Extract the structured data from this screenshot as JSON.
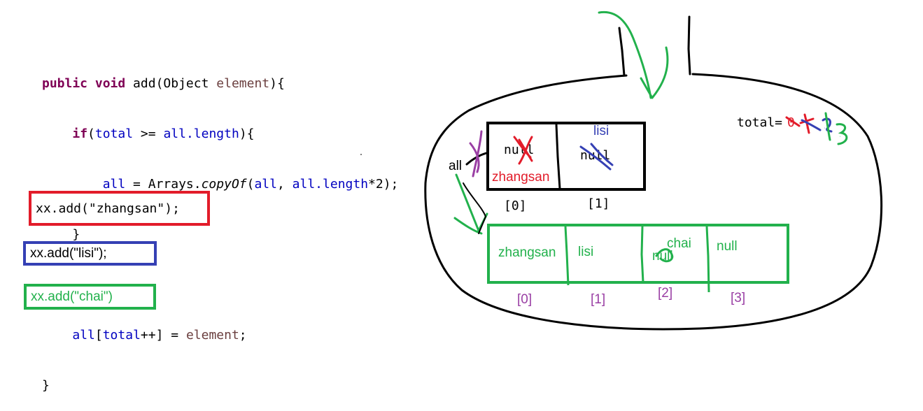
{
  "code": {
    "line1": {
      "kw": "public void",
      "rest": " add(Object ",
      "param": "element",
      "end": "){"
    },
    "line2": {
      "kw": "if",
      "open": "(",
      "f1": "total",
      "op": " >= ",
      "f2": "all.length",
      "end": "){"
    },
    "line3": {
      "f1": "all",
      "eq": " = Arrays.",
      "method": "copyOf",
      "open": "(",
      "f2": "all",
      "comma": ", ",
      "f3": "all.length",
      "end": "*2);"
    },
    "line4": "}",
    "line6": {
      "f1": "all",
      "open": "[",
      "f2": "total",
      "rest": "++] = ",
      "param": "element",
      "end": ";"
    },
    "line7": "}"
  },
  "calls": {
    "first": "xx.add(\"zhangsan\");",
    "second": "xx.add(\"lisi\");",
    "third": "xx.add(\"chai\")"
  },
  "diagram": {
    "all_label": "all",
    "total_label": "total=",
    "total_values": [
      "0",
      "1",
      "2",
      "3"
    ],
    "small_array": {
      "cells": [
        {
          "old": "null",
          "new": "zhangsan"
        },
        {
          "old": "null",
          "new": "lisi"
        }
      ],
      "indices": [
        "[0]",
        "[1]"
      ]
    },
    "big_array": {
      "cells": [
        "zhangsan",
        "lisi",
        "null",
        "null"
      ],
      "chai": "chai",
      "indices": [
        "[0]",
        "[1]",
        "[2]",
        "[3]"
      ]
    }
  },
  "colors": {
    "red": "#e21c2a",
    "blue": "#3540b4",
    "green": "#22b14c",
    "purple": "#9a3fa4",
    "keyword": "#7f0055",
    "field": "#0000c0",
    "param": "#6a3e3e"
  }
}
